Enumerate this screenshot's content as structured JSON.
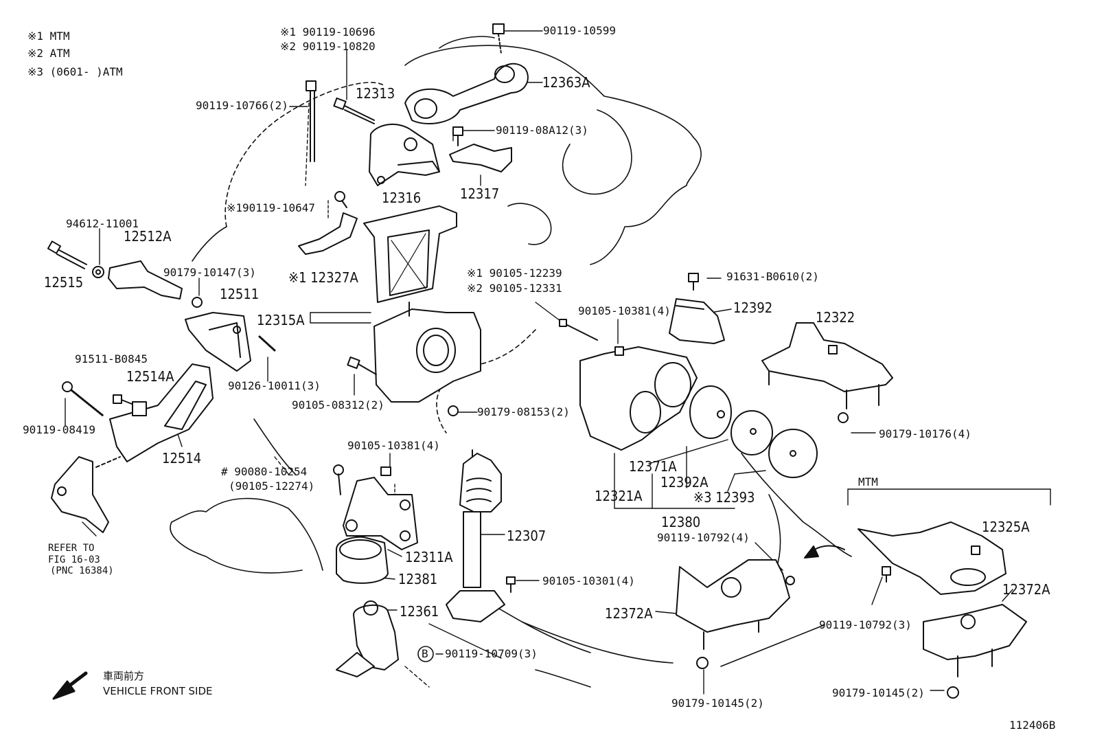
{
  "legend": {
    "l1": "※1 MTM",
    "l2": "※2 ATM",
    "l3": "※3 (0601-      )ATM"
  },
  "labels": {
    "p_10696": "※1 90119-10696",
    "p_10820": "※2 90119-10820",
    "p_10599": "90119-10599",
    "p_12363A": "12363A",
    "p_10766": "90119-10766(2)",
    "p_12313": "12313",
    "p_08A12": "90119-08A12(3)",
    "p_12317": "12317",
    "p_12316": "12316",
    "p_10647": "※190119-10647",
    "p_11001": "94612-11001",
    "p_12512A": "12512A",
    "p_12515": "12515",
    "p_10147": "90179-10147(3)",
    "p_12327A": "※1 12327A",
    "p_12511": "12511",
    "p_12239": "※1  90105-12239",
    "p_12331": "※2  90105-12331",
    "p_B0610": "91631-B0610(2)",
    "p_12315A": "12315A",
    "p_10381a": "90105-10381(4)",
    "p_12392": "12392",
    "p_12322": "12322",
    "p_B0845": "91511-B0845",
    "p_12514A": "12514A",
    "p_10011": "90126-10011(3)",
    "p_08312": "90105-08312(2)",
    "p_08153": "90179-08153(2)",
    "p_10176": "90179-10176(4)",
    "p_08419": "90119-08419",
    "p_12514": "12514",
    "p_10381b": "90105-10381(4)",
    "p_12371A": "12371A",
    "p_12392A": "12392A",
    "p_mtm": "MTM",
    "p_10254": "# 90080-10254",
    "p_12274": "(90105-12274)",
    "p_12321A": "12321A",
    "p_12393": "※3 12393",
    "p_12380": "12380",
    "p_10792a": "90119-10792(4)",
    "p_12325A": "12325A",
    "p_12311A": "12311A",
    "p_12307": "12307",
    "p_refer1": "REFER TO",
    "p_refer2": "FIG 16-03",
    "p_refer3": "(PNC 16384)",
    "p_12381": "12381",
    "p_10301": "90105-10301(4)",
    "p_12372A_l": "12372A",
    "p_12372A_r": "12372A",
    "p_12361": "12361",
    "p_10792b": "90119-10792(3)",
    "p_B": "B",
    "p_10709": "90119-10709(3)",
    "p_front_jp": "車両前方",
    "p_front_en": "VEHICLE FRONT SIDE",
    "p_10145a": "90179-10145(2)",
    "p_10145b": "90179-10145(2)",
    "p_code": "112406B"
  }
}
